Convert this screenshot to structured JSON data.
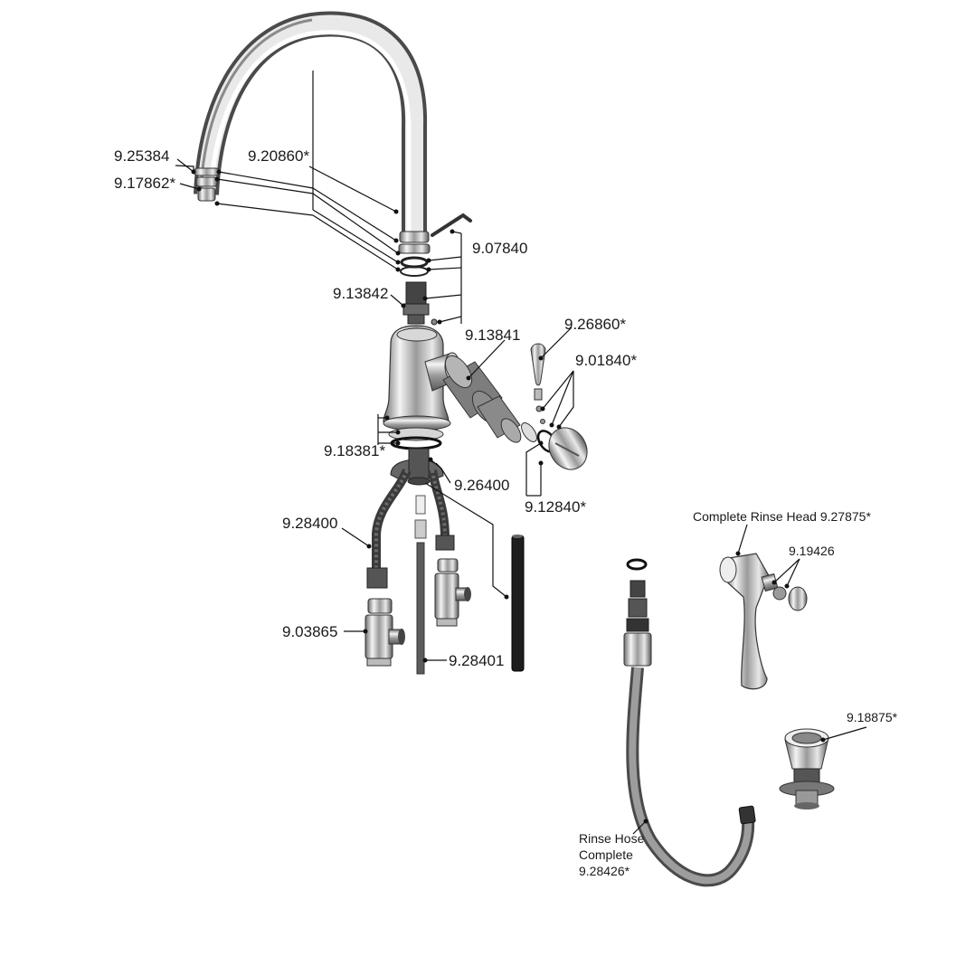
{
  "diagram": {
    "part_labels": {
      "p1": "9.25384",
      "p2": "9.17862*",
      "p3": "9.20860*",
      "p4": "9.07840",
      "p5": "9.13842",
      "p6": "9.13841",
      "p7": "9.26860*",
      "p8": "9.01840*",
      "p9": "9.18381*",
      "p10": "9.26400",
      "p11": "9.12840*",
      "p12": "9.28400",
      "p13": "9.03865",
      "p14": "9.28401",
      "p15": "Complete Rinse Head 9.27875*",
      "p16": "9.19426",
      "p17": "9.18875*",
      "rinse_hose_line1": "Rinse Hose",
      "rinse_hose_line2": "Complete",
      "rinse_hose_line3": "9.28426*"
    }
  }
}
